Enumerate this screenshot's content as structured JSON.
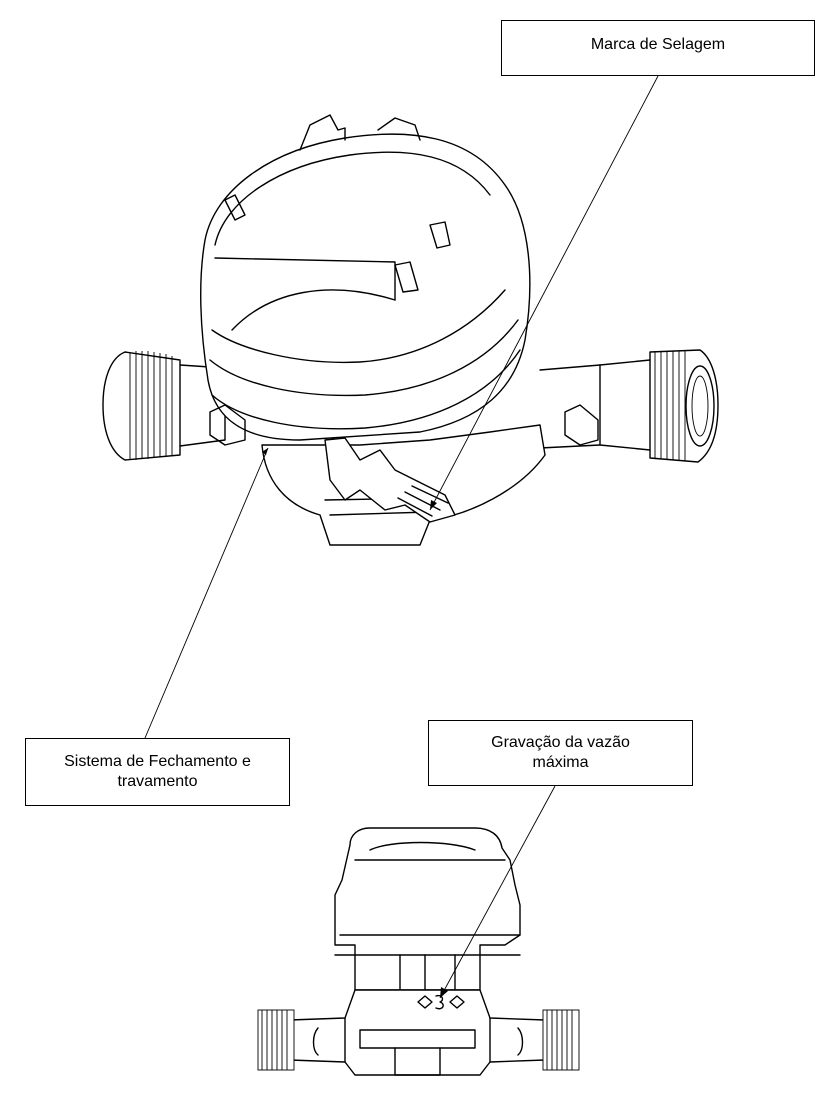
{
  "callouts": {
    "seal_mark": "Marca de Selagem",
    "locking_system": [
      "Sistema de Fechamento e",
      "travamento"
    ],
    "max_flow_engraving": [
      "Gravação da vazão",
      "máxima"
    ]
  },
  "icons": {
    "top_view": "water-meter-top-view-drawing",
    "side_view": "water-meter-side-view-drawing"
  },
  "colors": {
    "line": "#000000",
    "background": "#ffffff"
  }
}
